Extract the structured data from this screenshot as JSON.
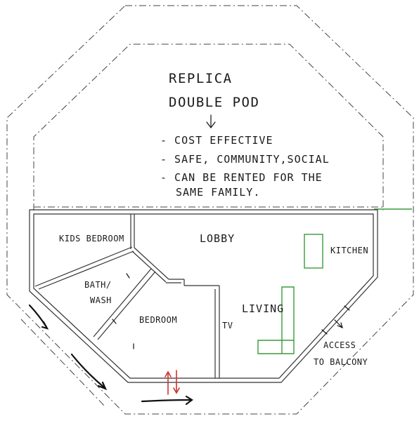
{
  "notes": {
    "title_line1": "REPLICA",
    "title_line2": "DOUBLE POD",
    "bullet1": "- COST EFFECTIVE",
    "bullet2": "- SAFE, COMMUNITY,SOCIAL",
    "bullet3a": "- CAN BE RENTED FOR THE",
    "bullet3b": "SAME FAMILY."
  },
  "rooms": {
    "kids_bedroom": "KIDS BEDROOM",
    "lobby": "LOBBY",
    "kitchen": "KITCHEN",
    "bath_line1": "BATH/",
    "bath_line2": "WASH",
    "bedroom": "BEDROOM",
    "living": "LIVING",
    "tv": "TV",
    "access_line1": "ACCESS",
    "access_line2": "TO BALCONY"
  },
  "colors": {
    "walls": "#333333",
    "furniture": "#3a9a3a",
    "circulation_arrow": "#d0342c",
    "ink": "#1a1a1a"
  }
}
